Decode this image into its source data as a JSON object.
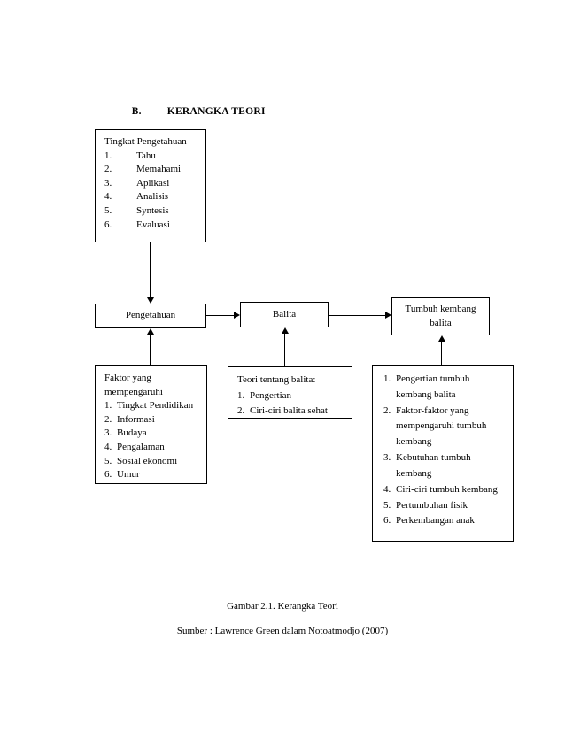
{
  "heading": {
    "letter": "B.",
    "title": "KERANGKA TEORI"
  },
  "boxes": {
    "tingkat_pengetahuan": {
      "title": "Tingkat Pengetahuan",
      "items": [
        {
          "num": "1.",
          "text": "Tahu"
        },
        {
          "num": "2.",
          "text": "Memahami"
        },
        {
          "num": "3.",
          "text": "Aplikasi"
        },
        {
          "num": "4.",
          "text": "Analisis"
        },
        {
          "num": "5.",
          "text": "Syntesis"
        },
        {
          "num": "6.",
          "text": "Evaluasi"
        }
      ]
    },
    "pengetahuan": {
      "label": "Pengetahuan"
    },
    "balita": {
      "label": "Balita"
    },
    "tumbuh_kembang": {
      "line1": "Tumbuh kembang",
      "line2": "balita"
    },
    "faktor": {
      "title_line1": "Faktor yang",
      "title_line2": "mempengaruhi",
      "items": [
        {
          "num": "1.",
          "text": "Tingkat Pendidikan"
        },
        {
          "num": "2.",
          "text": "Informasi"
        },
        {
          "num": "3.",
          "text": "Budaya"
        },
        {
          "num": "4.",
          "text": "Pengalaman"
        },
        {
          "num": "5.",
          "text": "Sosial ekonomi"
        },
        {
          "num": "6.",
          "text": "Umur"
        }
      ]
    },
    "teori_balita": {
      "title": "Teori tentang balita:",
      "items": [
        {
          "num": "1.",
          "text": "Pengertian"
        },
        {
          "num": "2.",
          "text": "Ciri-ciri balita sehat"
        }
      ]
    },
    "tumbuh_kembang_list": {
      "items": [
        {
          "num": "1.",
          "text": "Pengertian tumbuh",
          "cont": "kembang balita"
        },
        {
          "num": "2.",
          "text": "Faktor-faktor yang",
          "cont": "mempengaruhi tumbuh",
          "cont2": "kembang"
        },
        {
          "num": "3.",
          "text": "Kebutuhan tumbuh",
          "cont": "kembang"
        },
        {
          "num": "4.",
          "text": "Ciri-ciri tumbuh kembang"
        },
        {
          "num": "5.",
          "text": "Pertumbuhan fisik"
        },
        {
          "num": "6.",
          "text": "Perkembangan anak"
        }
      ]
    }
  },
  "caption": {
    "figure": "Gambar 2.1. Kerangka Teori",
    "source": "Sumber : Lawrence Green dalam Notoatmodjo (2007)"
  }
}
